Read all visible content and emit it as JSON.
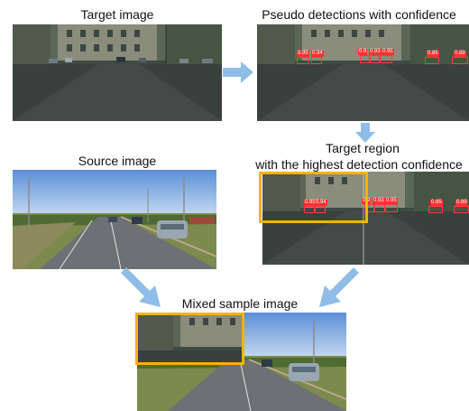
{
  "captions": {
    "target": "Target image",
    "pseudo": "Pseudo detections with confidence",
    "region_line1": "Target region",
    "region_line2": "with the highest detection confidence",
    "source": "Source image",
    "mixed": "Mixed sample image"
  },
  "detections": {
    "d1": "0.95",
    "d2": "0.94",
    "d3": "0.9",
    "d4": "0.93",
    "d5": "0.95",
    "d6": "0.85",
    "d7": "0.89"
  },
  "colors": {
    "arrow": "#8fbde8",
    "highlight": "#f2b400",
    "detection_box": "#ff3030"
  }
}
